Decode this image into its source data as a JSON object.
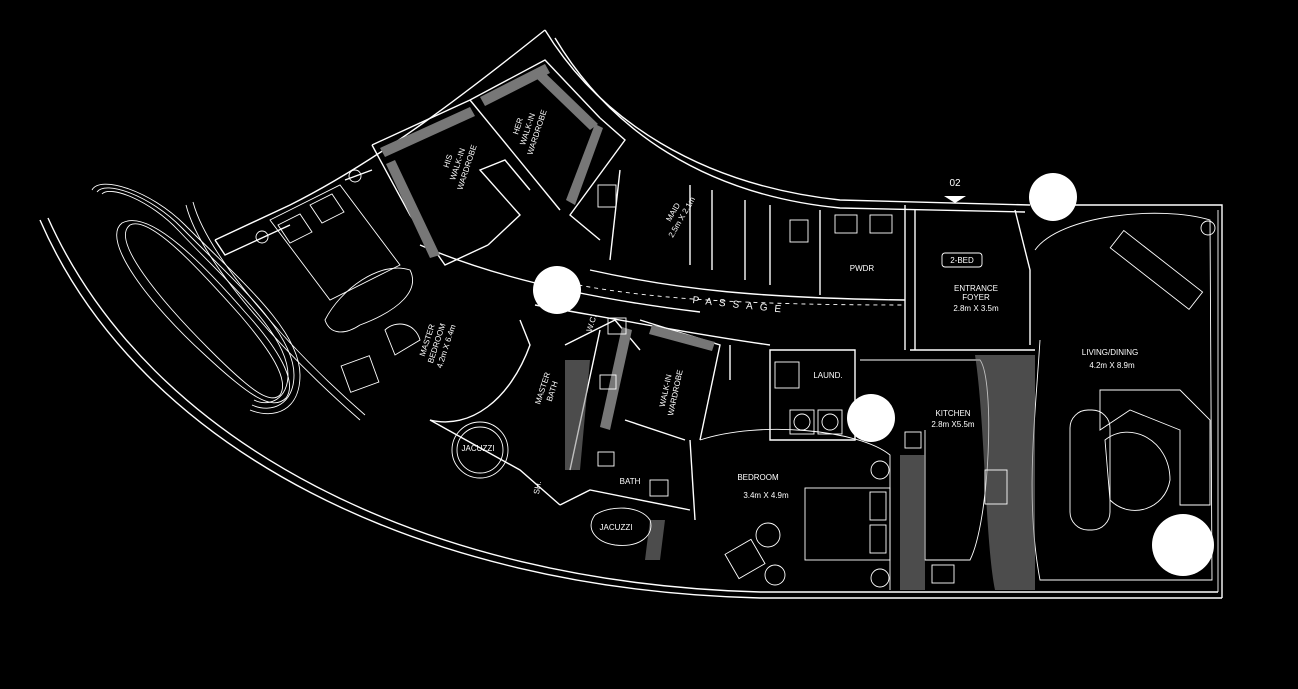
{
  "rooms": {
    "master_bedroom": {
      "line1": "MASTER",
      "line2": "BEDROOM",
      "dims": "4.2m X 6.4m"
    },
    "his_wardrobe": {
      "line1": "HIS",
      "line2": "WALK-IN",
      "line3": "WARDROBE"
    },
    "her_wardrobe": {
      "line1": "HER",
      "line2": "WALK-IN",
      "line3": "WARDROBE"
    },
    "maid": {
      "name": "MAID",
      "dims": "2.5m X 2.1m"
    },
    "pwdr": {
      "name": "PWDR"
    },
    "entrance_foyer": {
      "line1": "ENTRANCE",
      "line2": "FOYER",
      "dims": "2.8m X 3.5m"
    },
    "passage": {
      "name": "PASSAGE"
    },
    "wc": {
      "name": "W.C."
    },
    "master_bath": {
      "line1": "MASTER",
      "line2": "BATH"
    },
    "walk_in_wardrobe": {
      "line1": "WALK-IN",
      "line2": "WARDROBE"
    },
    "laundry": {
      "name": "LAUND."
    },
    "kitchen": {
      "name": "KITCHEN",
      "dims": "2.8m X5.5m"
    },
    "living_dining": {
      "name": "LIVING/DINING",
      "dims": "4.2m X 8.9m"
    },
    "jacuzzi_master": {
      "name": "JACUZZI"
    },
    "shower": {
      "name": "SH."
    },
    "bath": {
      "name": "BATH"
    },
    "jacuzzi_bath": {
      "name": "JACUZZI"
    },
    "bedroom": {
      "name": "BEDROOM",
      "dims": "3.4m X 4.9m"
    }
  },
  "tags": {
    "unit_number": "02",
    "unit_type": "2-BED"
  },
  "colors": {
    "background": "#000000",
    "linework": "#ffffff",
    "markers": "#ffffff"
  }
}
